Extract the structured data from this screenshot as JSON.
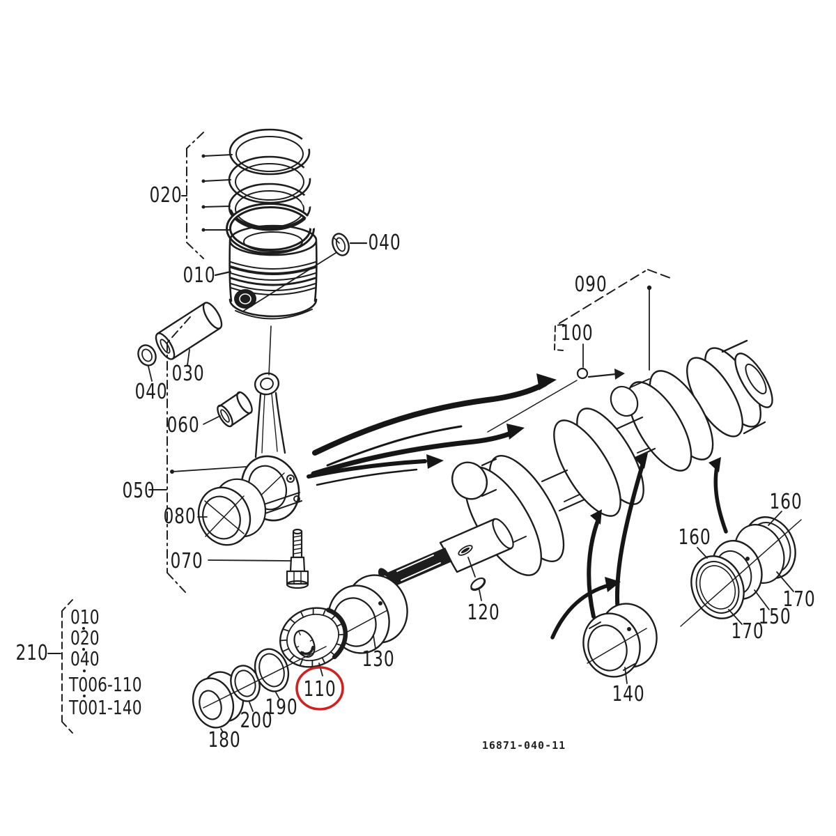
{
  "diagram": {
    "drawing_number": "16871-040-11",
    "line_color": "#1d1d1d",
    "highlight": {
      "callout": "110",
      "color": "#d02020"
    },
    "callouts": {
      "c020": "020",
      "c010": "010",
      "c040_top": "040",
      "c030": "030",
      "c040_left": "040",
      "c060": "060",
      "c050": "050",
      "c080": "080",
      "c070": "070",
      "c090": "090",
      "c100": "100",
      "c110": "110",
      "c120": "120",
      "c130": "130",
      "c140": "140",
      "c150": "150",
      "c160_left": "160",
      "c160_right": "160",
      "c170_right": "170",
      "c170_mid": "170",
      "c180": "180",
      "c190": "190",
      "c200": "200",
      "c210": "210"
    },
    "ref_list": [
      "010",
      "020",
      "040",
      "T006-110",
      "T001-140"
    ]
  }
}
